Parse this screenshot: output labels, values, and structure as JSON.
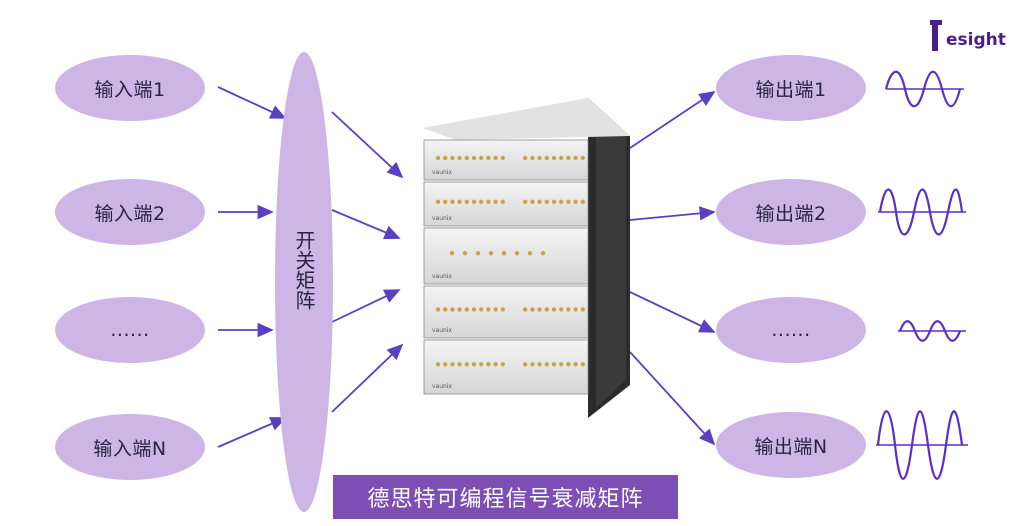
{
  "logo": {
    "text": "Tesight",
    "brand_color": "#4b1f8a"
  },
  "inputs": [
    {
      "label": "输入端1"
    },
    {
      "label": "输入端2"
    },
    {
      "label": "......"
    },
    {
      "label": "输入端N"
    }
  ],
  "switch_matrix": {
    "label": "开关矩阵"
  },
  "outputs": [
    {
      "label": "输出端1"
    },
    {
      "label": "输出端2"
    },
    {
      "label": "......"
    },
    {
      "label": "输出端N"
    }
  ],
  "caption": "德思特可编程信号衰减矩阵",
  "device": {
    "brand": "vaunix"
  },
  "colors": {
    "node_fill": "#cdb5e6",
    "arrow": "#5a3fc0",
    "caption_bg": "#7d4fb5",
    "wave": "#5a2fc8"
  }
}
